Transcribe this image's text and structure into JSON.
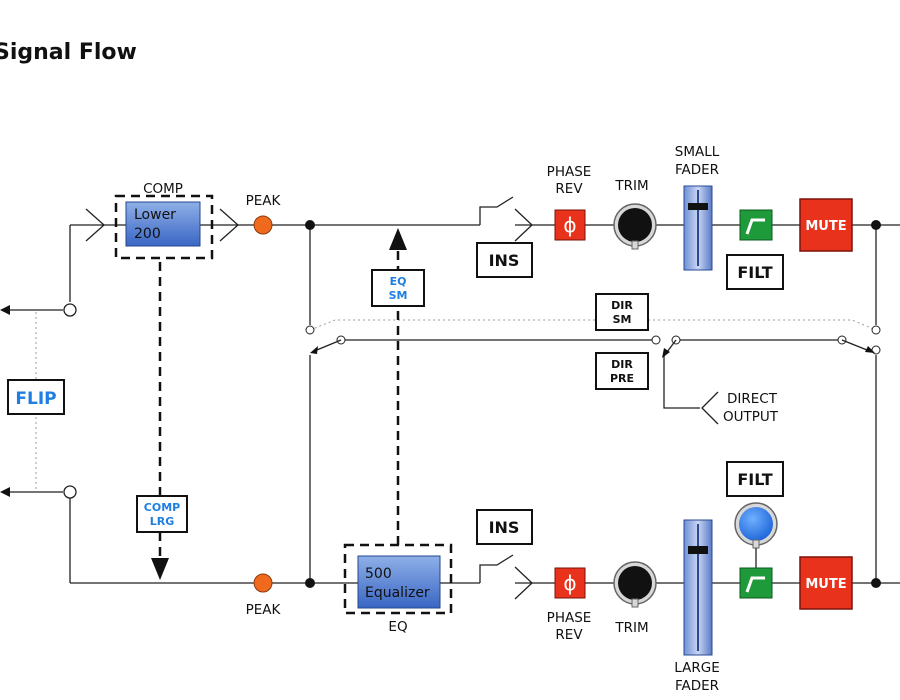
{
  "title": "Signal Flow",
  "labels": {
    "comp": "COMP",
    "comp_upper_line1": "Lower",
    "comp_upper_line2": "200",
    "peak_top": "PEAK",
    "peak_bottom": "PEAK",
    "phase_rev_top_1": "PHASE",
    "phase_rev_top_2": "REV",
    "phase_rev_bottom_1": "PHASE",
    "phase_rev_bottom_2": "REV",
    "trim_top": "TRIM",
    "trim_bottom": "TRIM",
    "small_fader_1": "SMALL",
    "small_fader_2": "FADER",
    "large_fader_1": "LARGE",
    "large_fader_2": "FADER",
    "ins_top": "INS",
    "ins_bottom": "INS",
    "filt_top": "FILT",
    "filt_bottom": "FILT",
    "mute_top": "MUTE",
    "mute_bottom": "MUTE",
    "eq_sm_1": "EQ",
    "eq_sm_2": "SM",
    "comp_lrg_1": "COMP",
    "comp_lrg_2": "LRG",
    "dir_sm_1": "DIR",
    "dir_sm_2": "SM",
    "dir_pre_1": "DIR",
    "dir_pre_2": "PRE",
    "direct_output_1": "DIRECT",
    "direct_output_2": "OUTPUT",
    "flip": "FLIP",
    "eq_line1": "500",
    "eq_line2": "Equalizer",
    "eq_label": "EQ",
    "phase_symbol": "ϕ"
  },
  "colors": {
    "mute": "#e8321c",
    "phase": "#e8321c",
    "peak": "#f06a1e",
    "filt_green": "#1f9a3a",
    "blue_accent": "#1f7fe0",
    "trim_bottom_knob": "#1c7cf0"
  },
  "icons": {
    "filter": "high-pass-filter-icon",
    "phase": "phase-invert-icon",
    "knob": "rotary-knob-icon",
    "fader": "fader-icon"
  }
}
